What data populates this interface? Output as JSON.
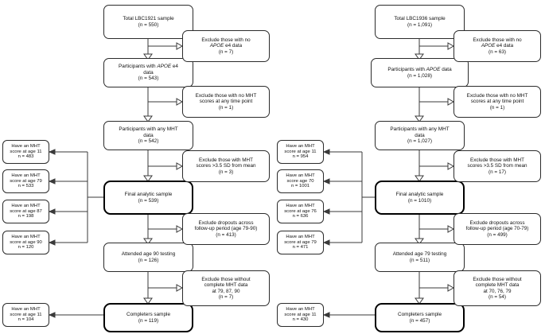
{
  "figure": {
    "type": "flowchart",
    "description": "Two parallel participant-flow (CONSORT-style) diagrams for the LBC1921 and LBC1936 cohorts"
  },
  "cohorts": [
    {
      "id": "lbc1921",
      "main": [
        {
          "name": "total-sample",
          "lines": [
            "Total LBC1921 sample",
            "(n = 550)"
          ]
        },
        {
          "name": "apoe-participants",
          "lines": [
            "Participants with APOE e4",
            "data",
            "(n = 543)"
          ],
          "italic_line": 0,
          "italic_word": "APOE"
        },
        {
          "name": "mht-participants",
          "lines": [
            "Participants with any MHT",
            "data",
            "(n = 542)"
          ]
        },
        {
          "name": "final-analytic-sample",
          "lines": [
            "Final analytic sample",
            "(n = 539)"
          ],
          "emphasis": true
        },
        {
          "name": "attended-testing",
          "lines": [
            "Attended age 90 testing",
            "(n = 126)"
          ]
        },
        {
          "name": "completers-sample",
          "lines": [
            "Completers sample",
            "(n = 119)"
          ],
          "emphasis": true
        }
      ],
      "exclusions": [
        {
          "name": "exclude-no-apoe",
          "lines": [
            "Exclude those with no",
            "APOE e4 data",
            "(n = 7)"
          ],
          "italic_line": 1,
          "italic_word": "APOE"
        },
        {
          "name": "exclude-no-mht",
          "lines": [
            "Exclude those with no MHT",
            "scores at any time point",
            "(n = 1)"
          ]
        },
        {
          "name": "exclude-outliers",
          "lines": [
            "Exclude those with MHT",
            "scores >3.5 SD from mean",
            "(n = 3)"
          ]
        },
        {
          "name": "exclude-dropouts",
          "lines": [
            "Exclude dropouts across",
            "follow-up period (age 79-90)",
            "(n = 413)"
          ]
        },
        {
          "name": "exclude-incomplete",
          "lines": [
            "Exclude those without",
            "complete MHT data",
            "at 79, 87, 90",
            "(n = 7)"
          ]
        }
      ],
      "side_scores": [
        {
          "name": "score-age-11",
          "lines": [
            "Have an MHT",
            "score at age 11",
            "n = 483"
          ]
        },
        {
          "name": "score-age-79",
          "lines": [
            "Have an MHT",
            "score at age 79",
            "n = 533"
          ]
        },
        {
          "name": "score-age-87",
          "lines": [
            "Have an MHT",
            "score at age 87",
            "n = 198"
          ]
        },
        {
          "name": "score-age-90",
          "lines": [
            "Have an MHT",
            "score at age 90",
            "n = 120"
          ]
        }
      ],
      "completer_score": {
        "name": "completer-score-age-11",
        "lines": [
          "Have an MHT",
          "score at age 11",
          "n = 104"
        ]
      }
    },
    {
      "id": "lbc1936",
      "main": [
        {
          "name": "total-sample",
          "lines": [
            "Total LBC1936 sample",
            "(n = 1,091)"
          ]
        },
        {
          "name": "apoe-participants",
          "lines": [
            "Participants with APOE data",
            "(n = 1,028)"
          ],
          "italic_line": 0,
          "italic_word": "APOE"
        },
        {
          "name": "mht-participants",
          "lines": [
            "Participants with any MHT",
            "data",
            "(n = 1,027)"
          ]
        },
        {
          "name": "final-analytic-sample",
          "lines": [
            "Final analytic sample",
            "(n = 1010)"
          ],
          "emphasis": true
        },
        {
          "name": "attended-testing",
          "lines": [
            "Attended age 79 testing",
            "(n = 511)"
          ]
        },
        {
          "name": "completers-sample",
          "lines": [
            "Completers sample",
            "(n = 457)"
          ],
          "emphasis": true
        }
      ],
      "exclusions": [
        {
          "name": "exclude-no-apoe",
          "lines": [
            "Exclude those with no",
            "APOE e4 data",
            "(n = 63)"
          ],
          "italic_line": 1,
          "italic_word": "APOE"
        },
        {
          "name": "exclude-no-mht",
          "lines": [
            "Exclude those with no MHT",
            "scores at any time point",
            "(n = 1)"
          ]
        },
        {
          "name": "exclude-outliers",
          "lines": [
            "Exclude those with MHT",
            "scores >3.5 SD from mean",
            "(n = 17)"
          ]
        },
        {
          "name": "exclude-dropouts",
          "lines": [
            "Exclude dropouts across",
            "follow-up period (age 70-79)",
            "(n = 499)"
          ]
        },
        {
          "name": "exclude-incomplete",
          "lines": [
            "Exclude those without",
            "complete MHT data",
            "at 70, 76, 79",
            "(n = 54)"
          ]
        }
      ],
      "side_scores": [
        {
          "name": "score-age-11",
          "lines": [
            "Have an MHT",
            "score at age 11",
            "n = 954"
          ]
        },
        {
          "name": "score-age-70",
          "lines": [
            "Have an MHT",
            "score age 70",
            "n = 1001"
          ]
        },
        {
          "name": "score-age-76",
          "lines": [
            "Have an MHT",
            "score at age 76",
            "n = 636"
          ]
        },
        {
          "name": "score-age-79",
          "lines": [
            "Have an MHT",
            "score at age 79",
            "n = 471"
          ]
        }
      ],
      "completer_score": {
        "name": "completer-score-age-11",
        "lines": [
          "Have an MHT",
          "score at age 11",
          "n = 430"
        ]
      }
    }
  ],
  "colors": {
    "box_border": "#2b2b2b",
    "emphasis_border": "#000000",
    "connector": "#3a3a3a",
    "background": "#ffffff",
    "text": "#101010"
  }
}
